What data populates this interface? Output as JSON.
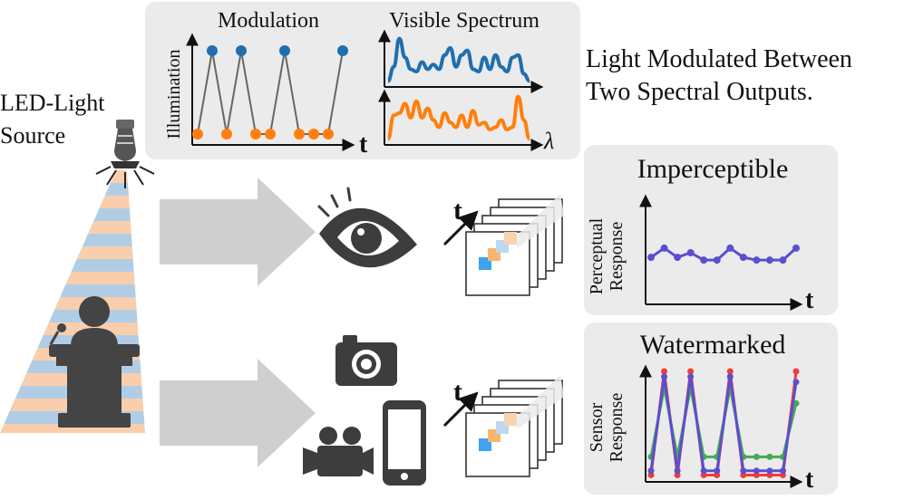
{
  "source_label": {
    "line1": "LED-Light",
    "line2": "Source"
  },
  "top_panel": {
    "modulation_title": "Modulation",
    "modulation_ylabel": "Illumination",
    "modulation_xlabel": "t",
    "spectrum_title": "Visible Spectrum",
    "spectrum_xlabel": "λ"
  },
  "caption": {
    "line1": "Light Modulated Between",
    "line2": "Two Spectral Outputs."
  },
  "perceptual_panel": {
    "title": "Imperceptible",
    "ylabel_line1": "Perceptual",
    "ylabel_line2": "Response",
    "xlabel": "t"
  },
  "sensor_panel": {
    "title": "Watermarked",
    "ylabel_line1": "Sensor",
    "ylabel_line2": "Response",
    "xlabel": "t"
  },
  "stack_labels": {
    "eye_stack_axis": "t",
    "camera_stack_axis": "t"
  },
  "colors": {
    "panel_bg": "#ebebeb",
    "blue": "#1f6fb0",
    "orange": "#ff7f0e",
    "purple": "#5a4fcf",
    "red": "#ef3b3b",
    "green": "#44aa55",
    "icon_dark": "#404040",
    "arrow_gray": "#cfcfcf"
  },
  "icons": [
    "led-bulb-icon",
    "eye-icon",
    "camera-icon",
    "video-camera-icon",
    "smartphone-icon",
    "speaker-podium-icon"
  ],
  "chart_data": [
    {
      "type": "scatter",
      "name": "modulation",
      "title": "Modulation",
      "ylabel": "Illumination",
      "xlabel": "t",
      "grid": false,
      "series": [
        {
          "color": "#1f6fb0",
          "x": [
            1,
            3,
            6,
            10
          ],
          "y": [
            1,
            1,
            1,
            1
          ]
        },
        {
          "color": "#ff7f0e",
          "x": [
            0,
            2,
            4,
            5,
            7,
            8,
            9
          ],
          "y": [
            0,
            0,
            0,
            0,
            0,
            0,
            0
          ]
        }
      ],
      "line_order_x": [
        0,
        1,
        2,
        3,
        4,
        5,
        6,
        7,
        8,
        9,
        10
      ],
      "line_order_y": [
        0,
        1,
        0,
        1,
        0,
        0,
        1,
        0,
        0,
        0,
        1
      ]
    },
    {
      "type": "line",
      "name": "spectrum-blue",
      "title": "Visible Spectrum",
      "xlabel": "",
      "color": "#1f6fb0",
      "x": [
        0,
        0.04,
        0.08,
        0.12,
        0.16,
        0.2,
        0.24,
        0.28,
        0.32,
        0.36,
        0.4,
        0.44,
        0.48,
        0.52,
        0.56,
        0.6,
        0.64,
        0.68,
        0.72,
        0.76,
        0.8,
        0.84,
        0.88,
        0.92,
        0.96,
        1.0
      ],
      "y": [
        0.05,
        0.35,
        0.95,
        0.55,
        0.3,
        0.25,
        0.45,
        0.3,
        0.4,
        0.3,
        0.6,
        0.75,
        0.35,
        0.6,
        0.7,
        0.3,
        0.25,
        0.55,
        0.3,
        0.6,
        0.35,
        0.25,
        0.55,
        0.6,
        0.2,
        0.05
      ]
    },
    {
      "type": "line",
      "name": "spectrum-orange",
      "xlabel": "λ",
      "color": "#ff7f0e",
      "x": [
        0,
        0.04,
        0.08,
        0.12,
        0.16,
        0.2,
        0.24,
        0.28,
        0.32,
        0.36,
        0.4,
        0.44,
        0.48,
        0.52,
        0.56,
        0.6,
        0.64,
        0.68,
        0.72,
        0.76,
        0.8,
        0.84,
        0.88,
        0.92,
        0.96,
        1.0
      ],
      "y": [
        0.05,
        0.55,
        0.6,
        0.8,
        0.5,
        0.85,
        0.5,
        0.7,
        0.45,
        0.3,
        0.6,
        0.4,
        0.3,
        0.55,
        0.3,
        0.65,
        0.35,
        0.4,
        0.25,
        0.3,
        0.45,
        0.25,
        0.3,
        0.95,
        0.45,
        0.05
      ]
    },
    {
      "type": "line",
      "name": "perceptual-response",
      "title": "Imperceptible",
      "ylabel": "Perceptual Response",
      "xlabel": "t",
      "color": "#5a4fcf",
      "x": [
        0,
        1,
        2,
        3,
        4,
        5,
        6,
        7,
        8,
        9,
        10,
        11
      ],
      "y": [
        0.45,
        0.55,
        0.45,
        0.5,
        0.42,
        0.42,
        0.55,
        0.45,
        0.42,
        0.42,
        0.42,
        0.55
      ]
    },
    {
      "type": "line",
      "name": "sensor-response",
      "title": "Watermarked",
      "ylabel": "Sensor Response",
      "xlabel": "t",
      "series": [
        {
          "color": "#ef3b3b",
          "x": [
            0,
            1,
            2,
            3,
            4,
            5,
            6,
            7,
            8,
            9,
            10,
            11
          ],
          "y": [
            0.03,
            1,
            0.03,
            1,
            0.03,
            0.03,
            1,
            0.03,
            0.03,
            0.03,
            0.03,
            1
          ]
        },
        {
          "color": "#44aa55",
          "x": [
            0,
            1,
            2,
            3,
            4,
            5,
            6,
            7,
            8,
            9,
            10,
            11
          ],
          "y": [
            0.2,
            0.85,
            0.2,
            0.85,
            0.2,
            0.2,
            0.85,
            0.2,
            0.2,
            0.2,
            0.2,
            0.7
          ]
        },
        {
          "color": "#5a4fcf",
          "x": [
            0,
            1,
            2,
            3,
            4,
            5,
            6,
            7,
            8,
            9,
            10,
            11
          ],
          "y": [
            0.07,
            0.95,
            0.07,
            0.95,
            0.07,
            0.07,
            0.95,
            0.07,
            0.07,
            0.07,
            0.07,
            0.9
          ]
        }
      ]
    }
  ]
}
